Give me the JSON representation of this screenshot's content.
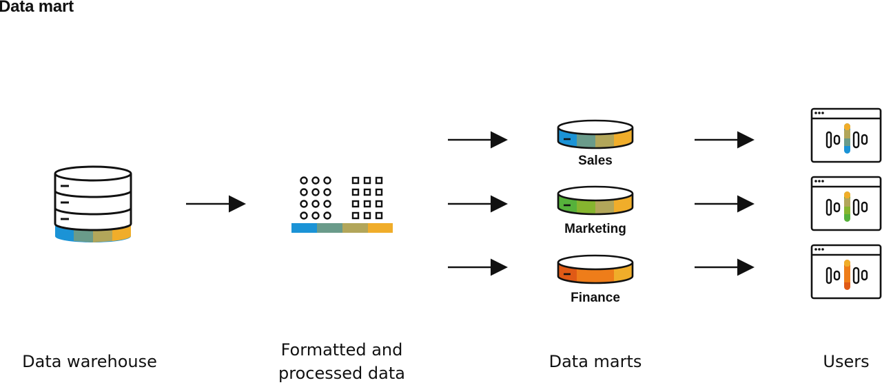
{
  "title": "Data mart",
  "colors": {
    "stroke": "#111111",
    "blue": "#1b93d6",
    "teal": "#6a9b8a",
    "olive": "#b2a65a",
    "gold": "#f0ad2a",
    "green1": "#56b13b",
    "green2": "#86b52f",
    "orange1": "#e05a16",
    "orange2": "#ee7d1a"
  },
  "marts": [
    {
      "label": "Sales"
    },
    {
      "label": "Marketing"
    },
    {
      "label": "Finance"
    }
  ],
  "captions": {
    "warehouse": "Data warehouse",
    "processed": "Formatted and\nprocessed data",
    "marts": "Data marts",
    "users": "Users"
  }
}
